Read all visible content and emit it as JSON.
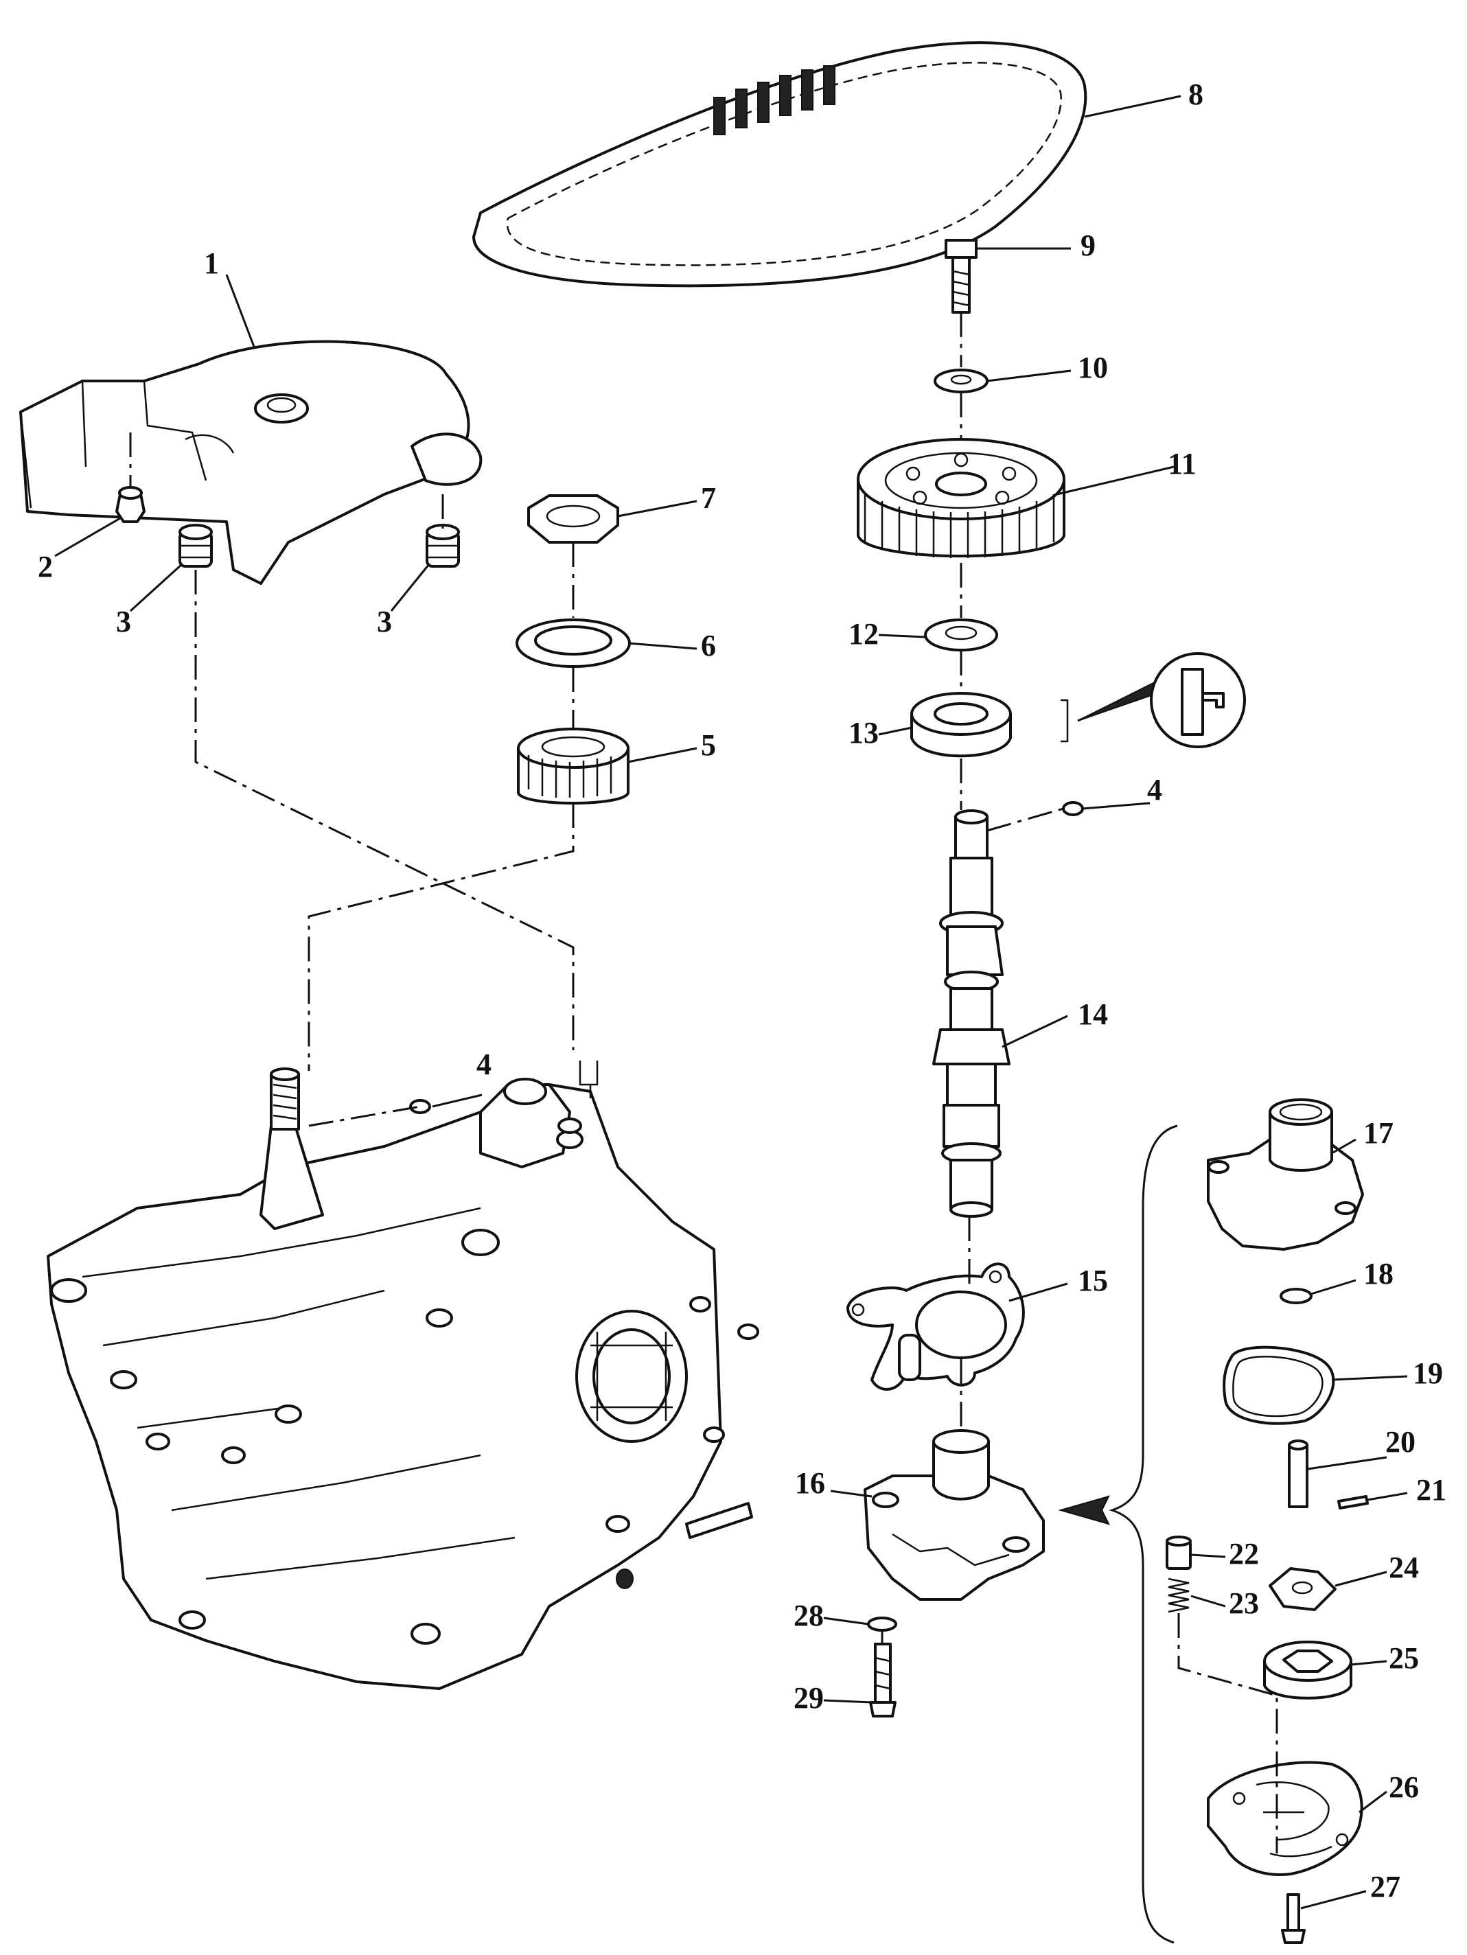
{
  "callouts": [
    {
      "id": "callout-1",
      "number": "1"
    },
    {
      "id": "callout-2",
      "number": "2"
    },
    {
      "id": "callout-3a",
      "number": "3"
    },
    {
      "id": "callout-3b",
      "number": "3"
    },
    {
      "id": "callout-4a",
      "number": "4"
    },
    {
      "id": "callout-4b",
      "number": "4"
    },
    {
      "id": "callout-5",
      "number": "5"
    },
    {
      "id": "callout-6",
      "number": "6"
    },
    {
      "id": "callout-7",
      "number": "7"
    },
    {
      "id": "callout-8",
      "number": "8"
    },
    {
      "id": "callout-9",
      "number": "9"
    },
    {
      "id": "callout-10",
      "number": "10"
    },
    {
      "id": "callout-11",
      "number": "11"
    },
    {
      "id": "callout-12",
      "number": "12"
    },
    {
      "id": "callout-13",
      "number": "13"
    },
    {
      "id": "callout-14",
      "number": "14"
    },
    {
      "id": "callout-15",
      "number": "15"
    },
    {
      "id": "callout-16",
      "number": "16"
    },
    {
      "id": "callout-17",
      "number": "17"
    },
    {
      "id": "callout-18",
      "number": "18"
    },
    {
      "id": "callout-19",
      "number": "19"
    },
    {
      "id": "callout-20",
      "number": "20"
    },
    {
      "id": "callout-21",
      "number": "21"
    },
    {
      "id": "callout-22",
      "number": "22"
    },
    {
      "id": "callout-23",
      "number": "23"
    },
    {
      "id": "callout-24",
      "number": "24"
    },
    {
      "id": "callout-25",
      "number": "25"
    },
    {
      "id": "callout-26",
      "number": "26"
    },
    {
      "id": "callout-27",
      "number": "27"
    },
    {
      "id": "callout-28",
      "number": "28"
    },
    {
      "id": "callout-29",
      "number": "29"
    }
  ]
}
